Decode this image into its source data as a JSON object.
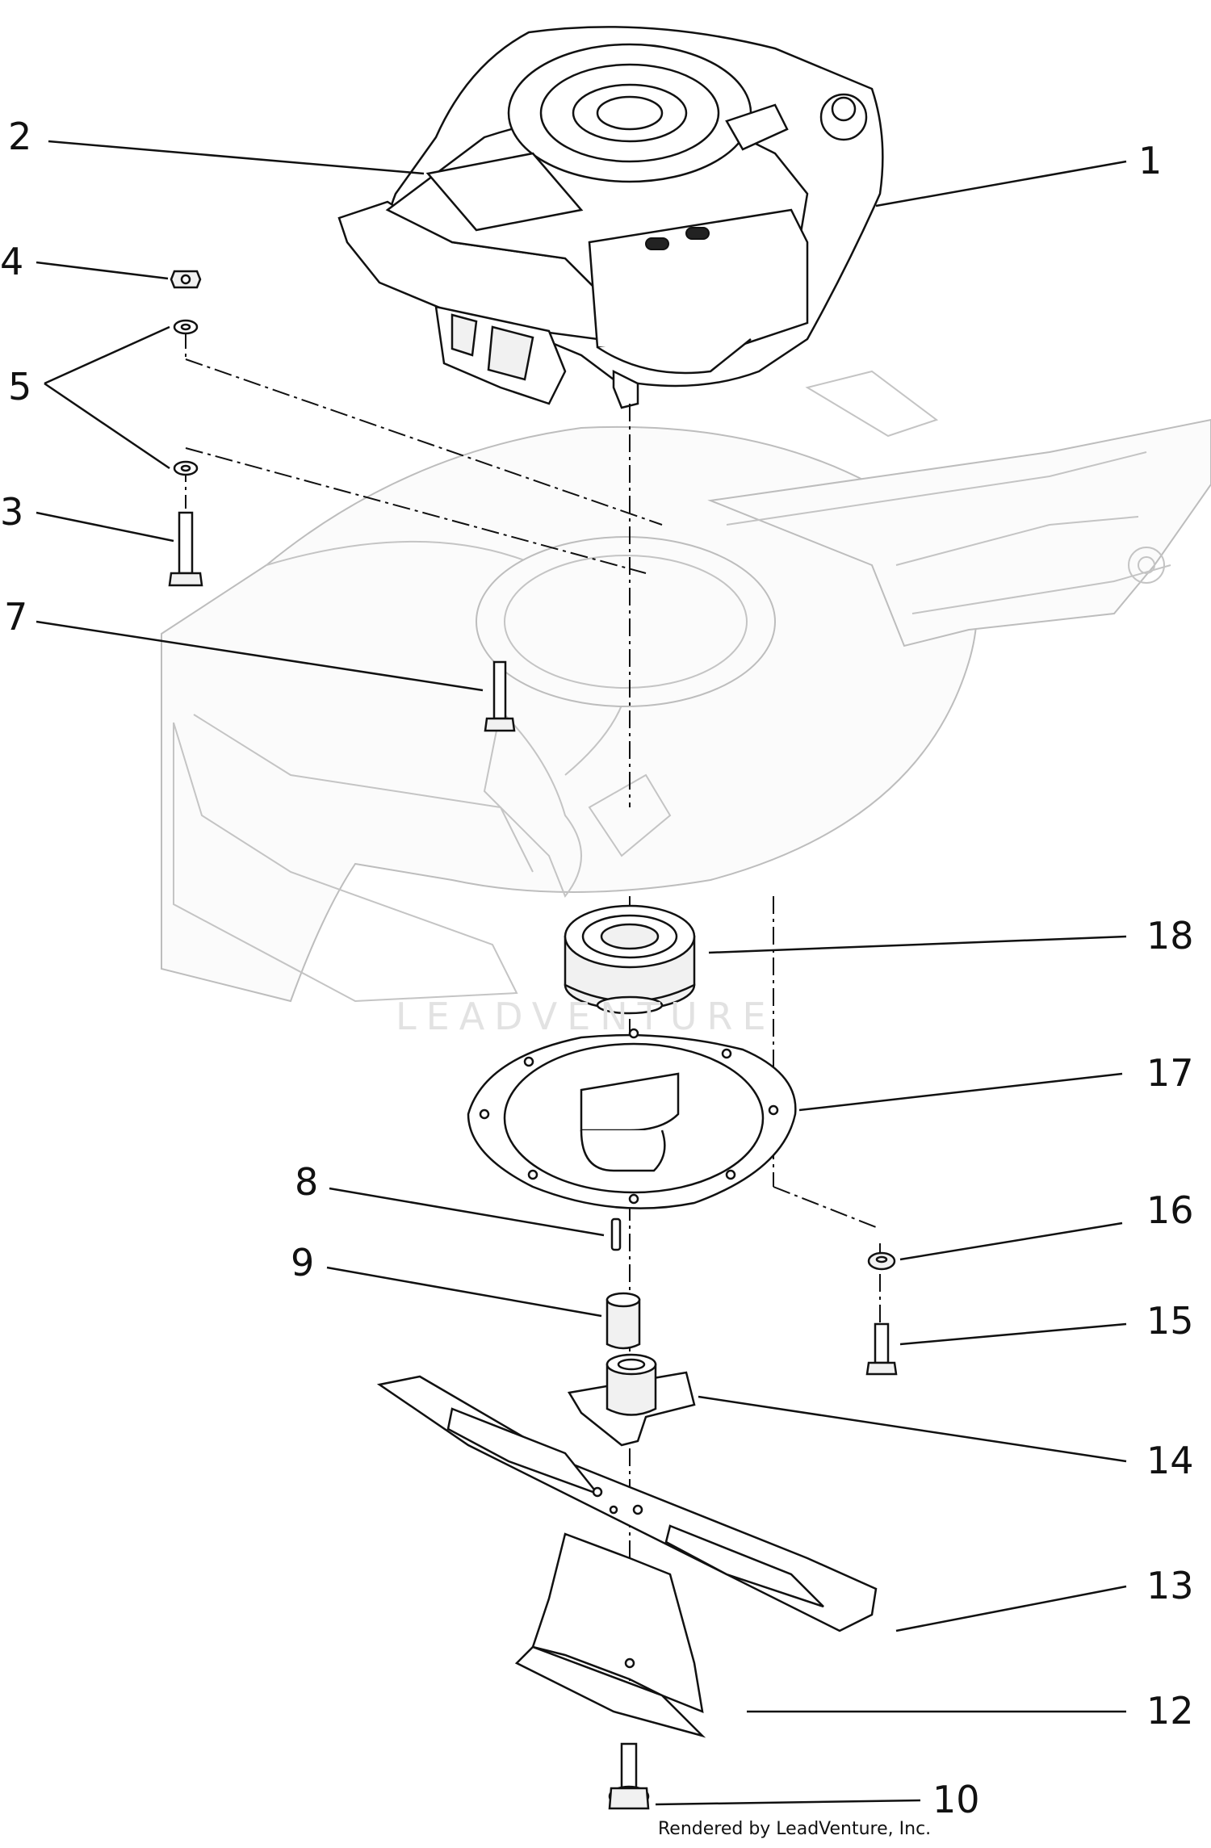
{
  "callouts": {
    "c1": "1",
    "c2": "2",
    "c3": "3",
    "c4": "4",
    "c5": "5",
    "c7": "7",
    "c8": "8",
    "c9": "9",
    "c10": "10",
    "c12": "12",
    "c13": "13",
    "c14": "14",
    "c15": "15",
    "c16": "16",
    "c17": "17",
    "c18": "18"
  },
  "watermark": "LEADVENTURE",
  "credit": "Rendered by LeadVenture, Inc."
}
